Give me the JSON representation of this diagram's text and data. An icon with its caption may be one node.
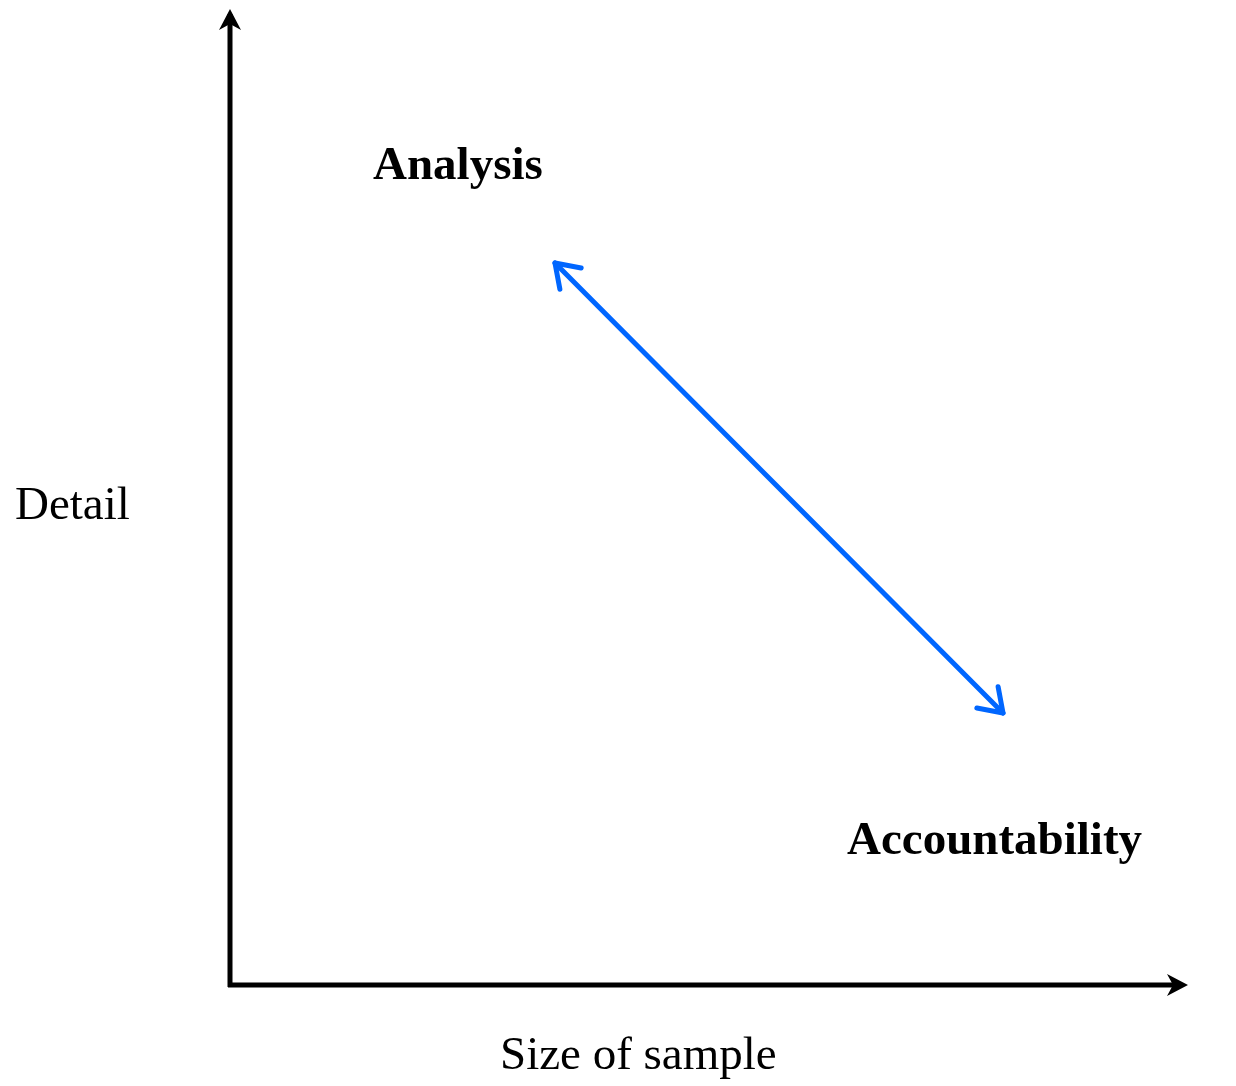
{
  "diagram": {
    "nodes": [
      {
        "text": [
          "Analysis"
        ]
      },
      {
        "text": [
          "Accountability"
        ]
      }
    ],
    "edges": [
      {
        "from": 0,
        "to": 1,
        "arrow": "both",
        "color": "#0066ff"
      }
    ],
    "labels": [
      "Detail",
      "Size of sample"
    ]
  }
}
